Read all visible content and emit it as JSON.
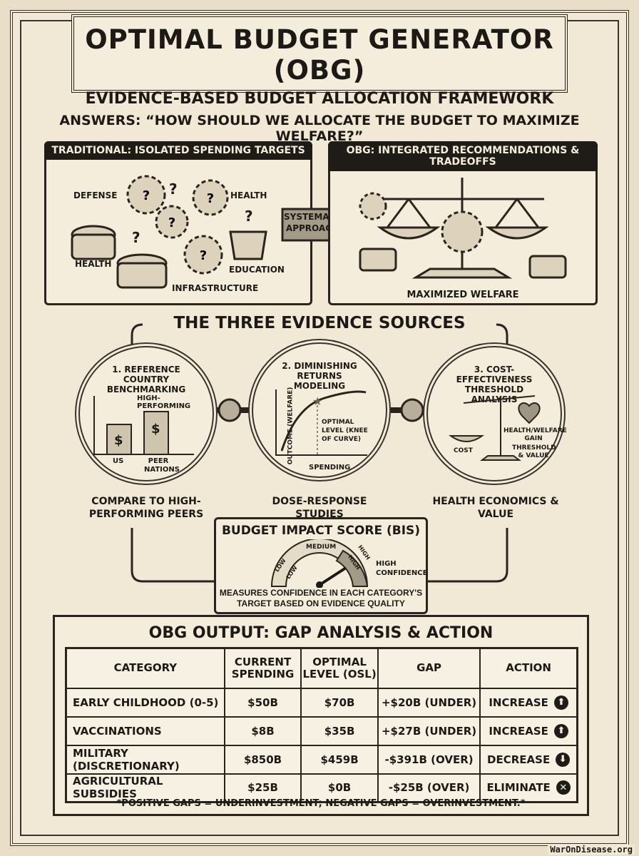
{
  "header": {
    "title": "OPTIMAL BUDGET GENERATOR (OBG)",
    "subtitle": "EVIDENCE-BASED BUDGET ALLOCATION FRAMEWORK"
  },
  "answers": "ANSWERS: “HOW SHOULD WE ALLOCATE THE BUDGET TO MAXIMIZE WELFARE?”",
  "traditional": {
    "title": "TRADITIONAL: ISOLATED SPENDING TARGETS",
    "labels": [
      "DEFENSE",
      "HEALTH",
      "HEALTH",
      "EDUCATION",
      "INFRASTRUCTURE"
    ],
    "q": "?"
  },
  "arrow_label": "SYSTEMATIC APPROACH",
  "obg": {
    "title": "OBG: INTEGRATED RECOMMENDATIONS & TRADEOFFS",
    "caption": "MAXIMIZED WELFARE"
  },
  "sources": {
    "title": "THE THREE EVIDENCE SOURCES",
    "items": [
      {
        "title": "1. REFERENCE COUNTRY BENCHMARKING",
        "high": "HIGH-PERFORMING",
        "us": "US",
        "peer": "PEER NATIONS",
        "dollar": "$",
        "caption": "COMPARE TO HIGH-PERFORMING PEERS"
      },
      {
        "title": "2. DIMINISHING RETURNS MODELING",
        "ylabel": "OUTCOME (WELFARE)",
        "xlabel": "SPENDING",
        "optimal": "OPTIMAL LEVEL (KNEE OF CURVE)",
        "caption": "DOSE-RESPONSE STUDIES"
      },
      {
        "title": "3. COST-EFFECTIVENESS THRESHOLD ANALYSIS",
        "cost": "COST",
        "gain": "HEALTH/WELFARE GAIN",
        "threshold": "THRESHOLD & VALUE",
        "caption": "HEALTH ECONOMICS & VALUE"
      }
    ]
  },
  "bis": {
    "title": "BUDGET IMPACT SCORE (BIS)",
    "gauge": [
      "LOW",
      "LOW",
      "MEDIUM",
      "HIGH",
      "HIGH"
    ],
    "confidence": "HIGH CONFIDENCE",
    "description": "MEASURES CONFIDENCE IN EACH CATEGORY'S TARGET BASED ON EVIDENCE QUALITY",
    "gauge_level": 0.8
  },
  "output": {
    "title": "OBG OUTPUT: GAP ANALYSIS & ACTION",
    "columns": [
      "CATEGORY",
      "CURRENT SPENDING",
      "OPTIMAL LEVEL (OSL)",
      "GAP",
      "ACTION"
    ],
    "rows": [
      {
        "category": "EARLY CHILDHOOD (0-5)",
        "current": "$50B",
        "optimal": "$70B",
        "gap": "+$20B (UNDER)",
        "action": "INCREASE",
        "icon": "arrow-up"
      },
      {
        "category": "VACCINATIONS",
        "current": "$8B",
        "optimal": "$35B",
        "gap": "+$27B (UNDER)",
        "action": "INCREASE",
        "icon": "arrow-up"
      },
      {
        "category": "MILITARY (DISCRETIONARY)",
        "current": "$850B",
        "optimal": "$459B",
        "gap": "-$391B (OVER)",
        "action": "DECREASE",
        "icon": "arrow-down"
      },
      {
        "category": "AGRICULTURAL SUBSIDIES",
        "current": "$25B",
        "optimal": "$0B",
        "gap": "-$25B (OVER)",
        "action": "ELIMINATE",
        "icon": "x"
      }
    ],
    "note": "*POSITIVE GAPS = UNDERINVESTMENT; NEGATIVE GAPS = OVERINVESTMENT.*"
  },
  "watermark": "WarOnDisease.org"
}
